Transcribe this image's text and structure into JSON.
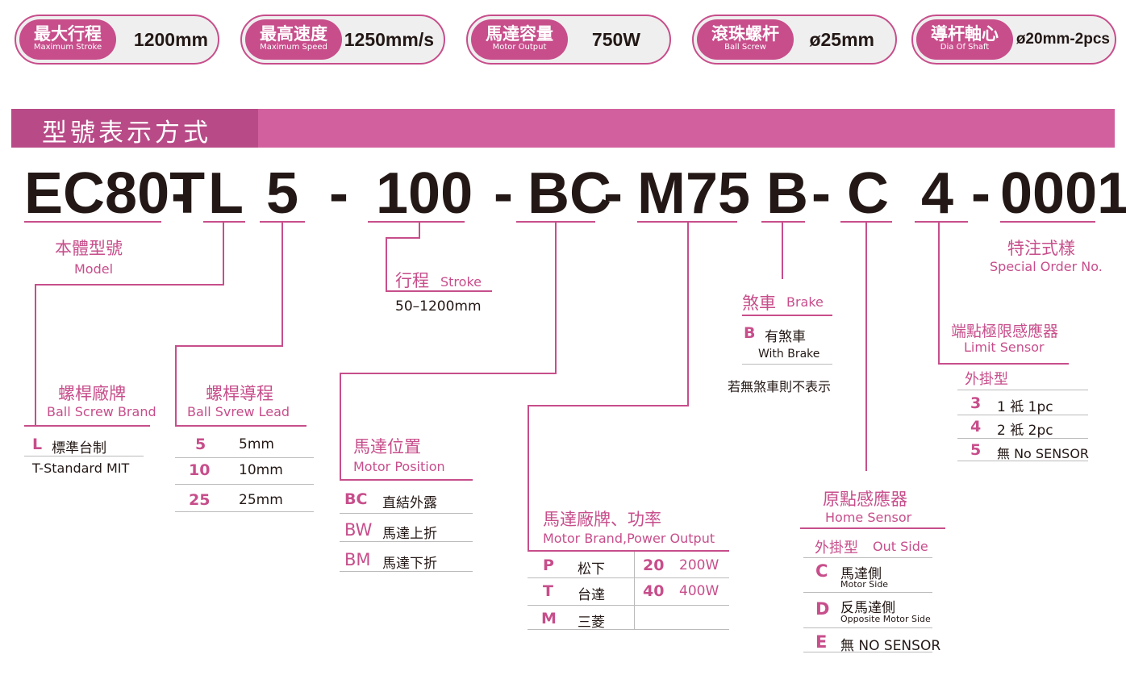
{
  "specs": [
    {
      "zh": "最大行程",
      "en": "Maximum Stroke",
      "value": "1200mm"
    },
    {
      "zh": "最高速度",
      "en": "Maximum Speed",
      "value": "1250mm/s"
    },
    {
      "zh": "馬達容量",
      "en": "Motor Output",
      "value": "750W"
    },
    {
      "zh": "滾珠螺杆",
      "en": "Ball Screw",
      "value": "ø25mm"
    },
    {
      "zh": "導杆軸心",
      "en": "Dia Of Shaft",
      "value": "ø20mm-2pcs"
    }
  ],
  "banner": {
    "title": "型號表示方式"
  },
  "code": {
    "p1": "EC80T",
    "d1": "-",
    "p2": "L",
    "p3": "5",
    "d2": "-",
    "p4": "100",
    "d3": "-",
    "p5": "BC",
    "d4": "-",
    "p6": "M75",
    "p7": "B",
    "d5": "-",
    "p8": "C",
    "p9": "4",
    "d6": "-",
    "p10": "0001"
  },
  "model": {
    "zh": "本體型號",
    "en": "Model"
  },
  "brand": {
    "zh": "螺桿廠牌",
    "en": "Ball Screw Brand",
    "code": "L",
    "name": "標準台制",
    "sub": "T-Standard MIT"
  },
  "lead": {
    "zh": "螺桿導程",
    "en": "Ball Svrew Lead",
    "rows": [
      {
        "k": "5",
        "v": "5mm"
      },
      {
        "k": "10",
        "v": "10mm"
      },
      {
        "k": "25",
        "v": "25mm"
      }
    ]
  },
  "stroke": {
    "zh": "行程",
    "en": "Stroke",
    "range": "50–1200mm"
  },
  "motor_pos": {
    "zh": "馬達位置",
    "en": "Motor Position",
    "rows": [
      {
        "k": "BC",
        "v": "直結外露"
      },
      {
        "k": "BW",
        "v": "馬達上折"
      },
      {
        "k": "BM",
        "v": "馬達下折"
      }
    ]
  },
  "motor_brand": {
    "zh": "馬達廠牌、功率",
    "en": "Motor Brand,Power Output",
    "brands": [
      {
        "k": "P",
        "v": "松下"
      },
      {
        "k": "T",
        "v": "台達"
      },
      {
        "k": "M",
        "v": "三菱"
      }
    ],
    "powers": [
      {
        "k": "20",
        "v": "200W"
      },
      {
        "k": "40",
        "v": "400W"
      }
    ]
  },
  "brake": {
    "zh": "煞車",
    "en": "Brake",
    "code": "B",
    "name": "有煞車",
    "sub": "With Brake",
    "note": "若無煞車則不表示"
  },
  "home": {
    "zh": "原點感應器",
    "en": "Home Sensor",
    "type": "外掛型",
    "type_en": "Out Side",
    "rows": [
      {
        "k": "C",
        "v": "馬達側",
        "sub": "Motor Side"
      },
      {
        "k": "D",
        "v": "反馬達側",
        "sub": "Opposite Motor Side"
      },
      {
        "k": "E",
        "v": "無 NO SENSOR",
        "sub": ""
      }
    ]
  },
  "limit": {
    "zh": "端點極限感應器",
    "en": "Limit Sensor",
    "type": "外掛型",
    "rows": [
      {
        "k": "3",
        "v": "1 袛 1pc"
      },
      {
        "k": "4",
        "v": "2 袛 2pc"
      },
      {
        "k": "5",
        "v": "無 No SENSOR"
      }
    ]
  },
  "special": {
    "zh": "特注式樣",
    "en": "Special Order No."
  },
  "colors": {
    "accent": "#c74e8b",
    "banner": "#d2609f",
    "banner_dark": "#b84b87",
    "pill_bg": "#efefef"
  }
}
